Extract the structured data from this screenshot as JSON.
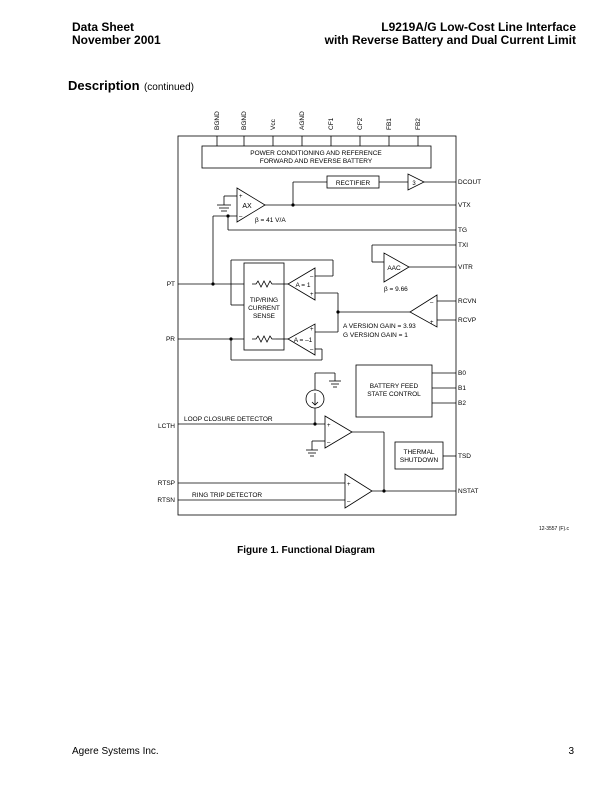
{
  "header": {
    "left_line1": "Data Sheet",
    "left_line2": "November 2001",
    "right_line1": "L9219A/G Low-Cost Line Interface",
    "right_line2": "with Reverse Battery and Dual Current Limit"
  },
  "section": {
    "title": "Description",
    "continued": "(continued)"
  },
  "diagram": {
    "top_pins": [
      "BGND",
      "BGND",
      "Vcc",
      "AGND",
      "CF1",
      "CF2",
      "FB1",
      "FB2"
    ],
    "power_block": [
      "POWER CONDITIONING AND REFERENCE",
      "FORWARD AND REVERSE BATTERY"
    ],
    "rectifier": "RECTIFIER",
    "rectifier_buffer": "3",
    "ax_label": "AX",
    "ax_beta": "β = 41 V/A",
    "aac_label": "AAC",
    "aac_beta": "β = 9.66",
    "sense_block": [
      "TIP/RING",
      "CURRENT",
      "SENSE"
    ],
    "amp_a1": "A = 1",
    "amp_am1": "A = –1",
    "gain_a": "A VERSION GAIN = 3.93",
    "gain_g": "G VERSION GAIN = 1",
    "battery_block": [
      "BATTERY FEED",
      "STATE CONTROL"
    ],
    "thermal_block": [
      "THERMAL",
      "SHUTDOWN"
    ],
    "loop_closure": "LOOP CLOSURE DETECTOR",
    "ring_trip": "RING TRIP DETECTOR",
    "left_pins": [
      "PT",
      "PR",
      "LCTH",
      "RTSP",
      "RTSN"
    ],
    "right_pins": [
      "DCOUT",
      "VTX",
      "TG",
      "TXI",
      "VITR",
      "RCVN",
      "RCVP",
      "B0",
      "B1",
      "B2",
      "TSD",
      "NSTAT"
    ],
    "plus": "+",
    "minus": "–",
    "figure_code": "12-3557 (F).c"
  },
  "caption": "Figure 1. Functional Diagram",
  "footer": {
    "company": "Agere Systems Inc.",
    "page": "3"
  }
}
